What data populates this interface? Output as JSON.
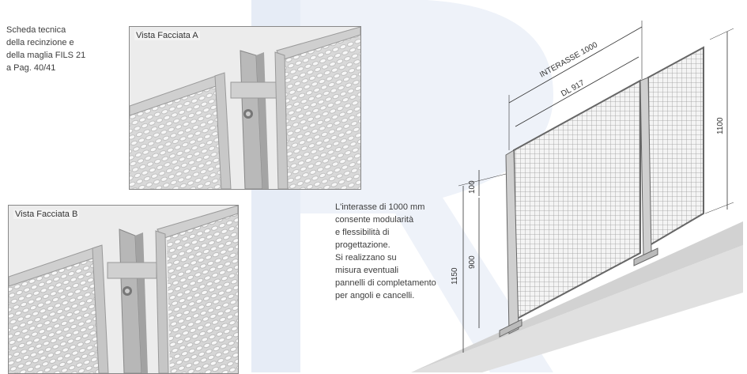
{
  "intro_note": {
    "lines": [
      "Scheda tecnica",
      "della recinzione e",
      "della maglia FILS 21",
      "a Pag. 40/41"
    ]
  },
  "views": {
    "a_label": "Vista Facciata A",
    "b_label": "Vista Facciata B"
  },
  "description": {
    "lines": [
      "L'interasse di 1000 mm",
      "consente modularità",
      "e flessibilità di",
      "progettazione.",
      "Si realizzano su",
      "misura eventuali",
      "pannelli di completamento",
      "per angoli e cancelli."
    ]
  },
  "dimensions": {
    "interasse": "INTERASSE 1000",
    "dl": "DL 917",
    "height_total": "1150",
    "height_panel": "900",
    "height_gap": "100",
    "height_right": "1100"
  }
}
